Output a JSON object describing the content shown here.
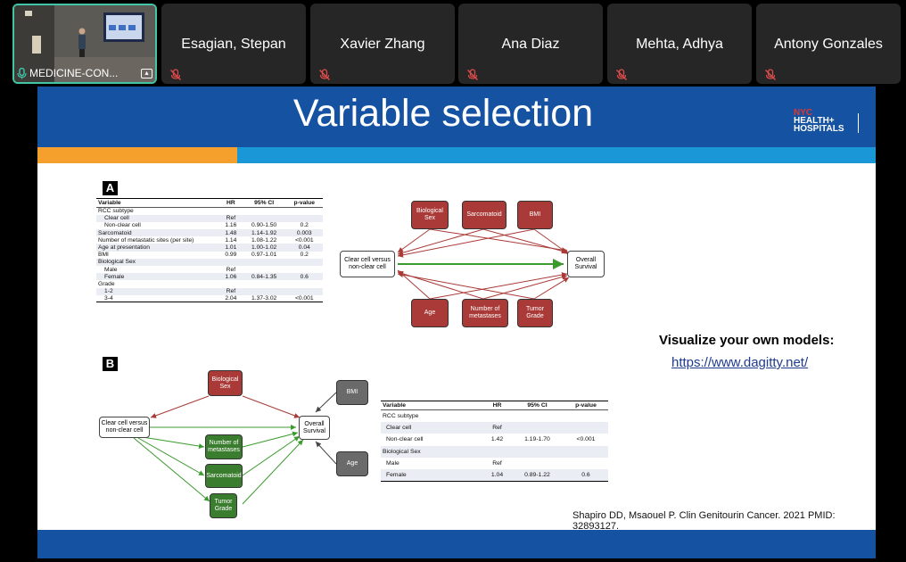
{
  "meeting": {
    "self_label": "MEDICINE-CON...",
    "participants": [
      {
        "name": "Esagian, Stepan"
      },
      {
        "name": "Xavier Zhang"
      },
      {
        "name": "Ana Diaz"
      },
      {
        "name": "Mehta, Adhya"
      },
      {
        "name": "Antony Gonzales"
      }
    ]
  },
  "slide": {
    "title": "Variable selection",
    "logo": {
      "line1": "NYC",
      "line2": "HEALTH+",
      "line3": "HOSPITALS"
    },
    "panel_a": "A",
    "panel_b": "B",
    "visualize_text": "Visualize your own models:",
    "link_text": "https://www.dagitty.net/",
    "citation": "Shapiro DD, Msaouel P. Clin Genitourin Cancer. 2021 PMID: 32893127."
  },
  "table_a": {
    "headers": [
      "Variable",
      "HR",
      "95% CI",
      "p-value"
    ],
    "rows": [
      {
        "v": "RCC subtype",
        "hr": "",
        "ci": "",
        "p": ""
      },
      {
        "v": "Clear cell",
        "hr": "Ref",
        "ci": "",
        "p": ""
      },
      {
        "v": "Non-clear cell",
        "hr": "1.16",
        "ci": "0.90-1.50",
        "p": "0.2"
      },
      {
        "v": "Sarcomatoid",
        "hr": "1.48",
        "ci": "1.14-1.92",
        "p": "0.003"
      },
      {
        "v": "Number of metastatic sites (per site)",
        "hr": "1.14",
        "ci": "1.08-1.22",
        "p": "<0.001"
      },
      {
        "v": "Age at presentation",
        "hr": "1.01",
        "ci": "1.00-1.02",
        "p": "0.04"
      },
      {
        "v": "BMI",
        "hr": "0.99",
        "ci": "0.97-1.01",
        "p": "0.2"
      },
      {
        "v": "Biological Sex",
        "hr": "",
        "ci": "",
        "p": ""
      },
      {
        "v": "Male",
        "hr": "Ref",
        "ci": "",
        "p": ""
      },
      {
        "v": "Female",
        "hr": "1.06",
        "ci": "0.84-1.35",
        "p": "0.6"
      },
      {
        "v": "Grade",
        "hr": "",
        "ci": "",
        "p": ""
      },
      {
        "v": "1-2",
        "hr": "Ref",
        "ci": "",
        "p": ""
      },
      {
        "v": "3-4",
        "hr": "2.04",
        "ci": "1.37-3.02",
        "p": "<0.001"
      }
    ]
  },
  "table_b": {
    "headers": [
      "Variable",
      "HR",
      "95% CI",
      "p-value"
    ],
    "rows": [
      {
        "v": "RCC subtype",
        "hr": "",
        "ci": "",
        "p": ""
      },
      {
        "v": "Clear cell",
        "hr": "Ref",
        "ci": "",
        "p": ""
      },
      {
        "v": "Non-clear cell",
        "hr": "1.42",
        "ci": "1.19-1.70",
        "p": "<0.001"
      },
      {
        "v": "Biological Sex",
        "hr": "",
        "ci": "",
        "p": ""
      },
      {
        "v": "Male",
        "hr": "Ref",
        "ci": "",
        "p": ""
      },
      {
        "v": "Female",
        "hr": "1.04",
        "ci": "0.89-1.22",
        "p": "0.6"
      }
    ]
  },
  "dag_a": {
    "nodes": {
      "bio_sex": "Biological Sex",
      "sarcomatoid": "Sarcomatoid",
      "bmi": "BMI",
      "exposure": "Clear cell versus non-clear cell",
      "outcome": "Overall Survival",
      "age": "Age",
      "metastases": "Number of metastases",
      "grade": "Tumor Grade"
    }
  },
  "dag_b": {
    "nodes": {
      "bio_sex": "Biological Sex",
      "bmi": "BMI",
      "exposure": "Clear cell versus non-clear cell",
      "outcome": "Overall Survival",
      "metastases": "Number of metastases",
      "sarcomatoid": "Sarcomatoid",
      "age": "Age",
      "grade": "Tumor Grade"
    }
  },
  "colors": {
    "header_blue": "#1552a1",
    "orange_bar": "#f5a02c",
    "cyan_bar": "#1a97d6",
    "confounder_red": "#a93a37",
    "mediator_green": "#3b7d2e",
    "active_border": "#41c5a6",
    "muted_mic": "#e24b4b"
  }
}
